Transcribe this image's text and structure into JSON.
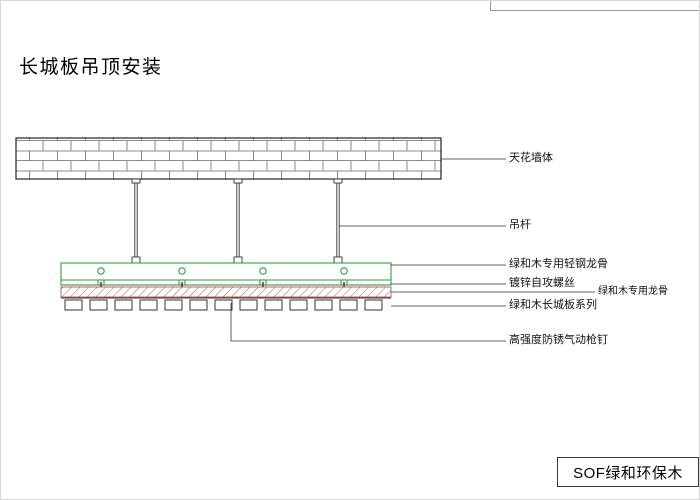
{
  "title": "长城板吊顶安装",
  "annotations": {
    "ceiling_wall": "天花墙体",
    "hanger_rod": "吊杆",
    "steel_keel": "绿和木专用轻钢龙骨",
    "screw": "镀锌自攻螺丝",
    "wood_keel": "绿和木专用龙骨",
    "board": "绿和木长城板系列",
    "nail": "高强度防锈气动枪钉"
  },
  "logo": {
    "text": "SOF绿和环保木"
  },
  "colors": {
    "keel_green": "#2f9e3f",
    "hatch_red": "#c0504d",
    "line_dark": "#333333"
  }
}
